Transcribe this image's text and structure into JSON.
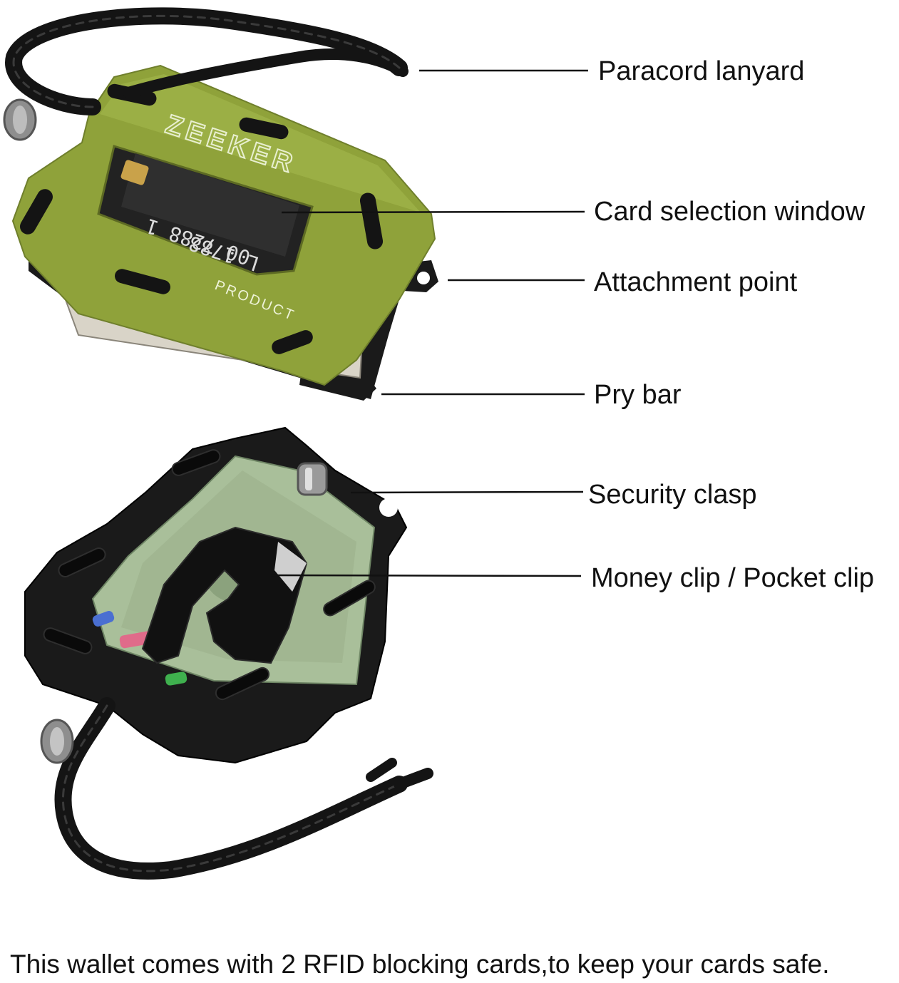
{
  "callouts": {
    "paracord_lanyard": "Paracord lanyard",
    "card_selection_window": "Card selection window",
    "attachment_point": "Attachment point",
    "pry_bar": "Pry bar",
    "security_clasp": "Security clasp",
    "money_clip": "Money clip / Pocket clip"
  },
  "wallet_front": {
    "brand": "ZEEKER",
    "product_mark": "PRODUCT",
    "card_number_line1": "00 7288 1",
    "card_number_line2": "L 1788"
  },
  "caption": "This wallet comes with 2 RFID blocking cards,to keep your cards safe.",
  "colors": {
    "front_plate": "#8fa23a",
    "back_plate": "#1a1a1a",
    "paracord": "#141414",
    "banknote": "#a9bf9a",
    "background": "#ffffff"
  }
}
